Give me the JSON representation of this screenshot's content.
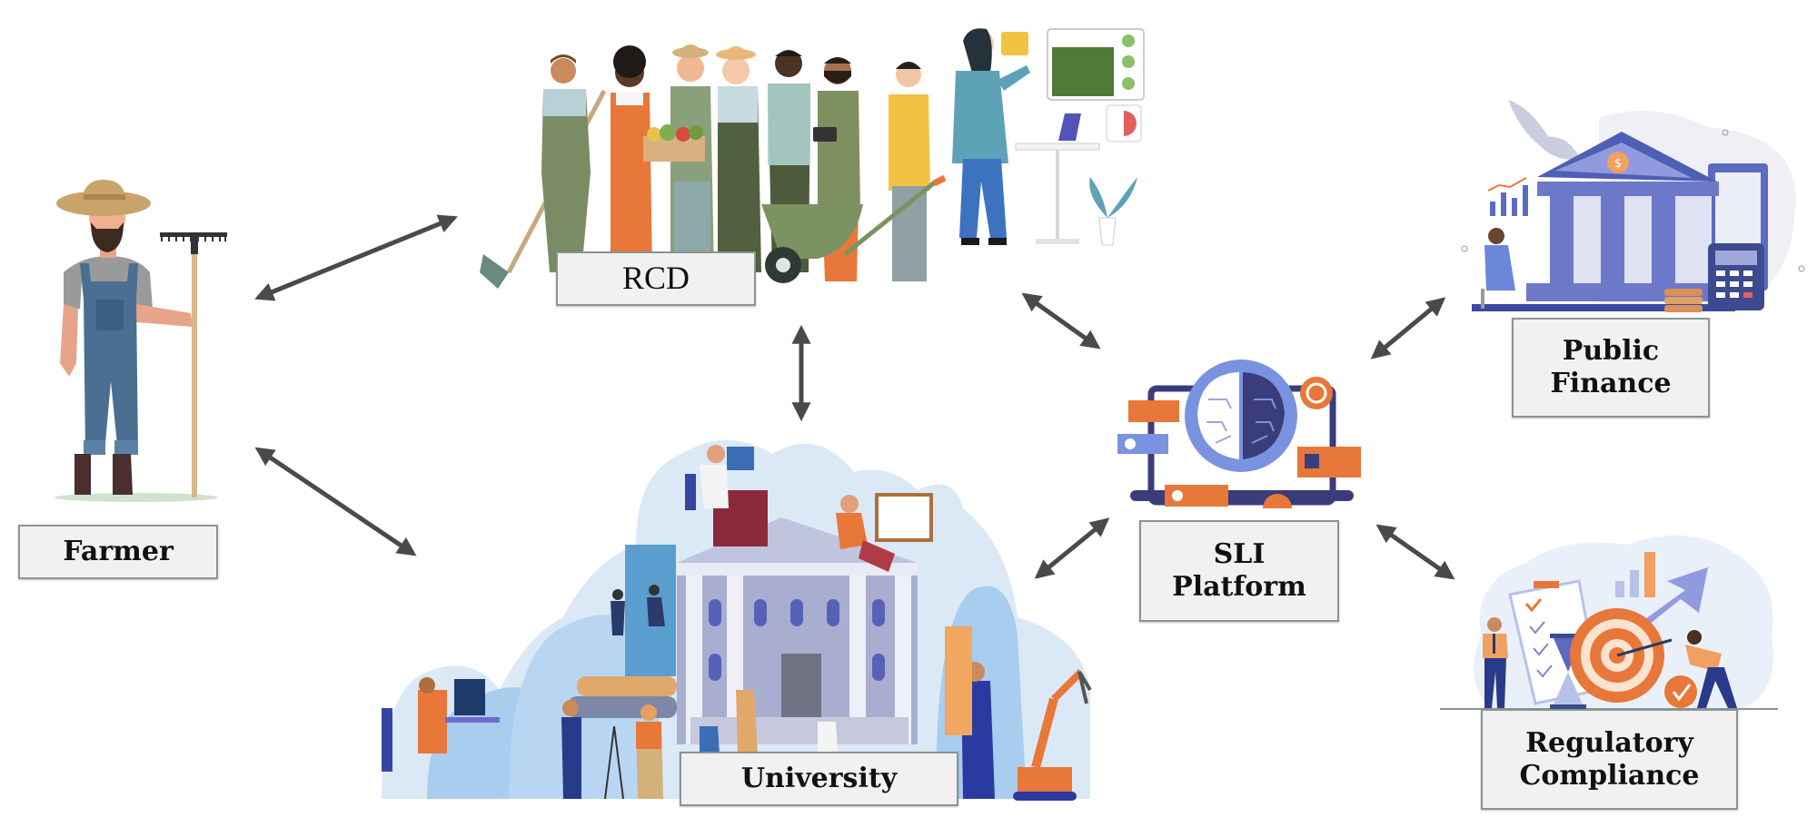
{
  "diagram": {
    "type": "stakeholder-network",
    "nodes": [
      {
        "id": "farmer",
        "label_lines": [
          "Farmer"
        ],
        "illustration": "farmer-with-rake"
      },
      {
        "id": "rcd",
        "label_lines": [
          "RCD"
        ],
        "illustration": "group-of-farmers-and-advisors"
      },
      {
        "id": "university",
        "label_lines": [
          "University"
        ],
        "illustration": "university-campus-with-researchers"
      },
      {
        "id": "sli",
        "label_lines": [
          "SLI",
          "Platform"
        ],
        "illustration": "ai-brain-laptop"
      },
      {
        "id": "finance",
        "label_lines": [
          "Public",
          "Finance"
        ],
        "illustration": "bank-building-with-calculator"
      },
      {
        "id": "regulatory",
        "label_lines": [
          "Regulatory",
          "Compliance"
        ],
        "illustration": "target-checklist-hourglass"
      }
    ],
    "edges": [
      {
        "from": "farmer",
        "to": "rcd",
        "direction": "bidirectional"
      },
      {
        "from": "farmer",
        "to": "university",
        "direction": "bidirectional"
      },
      {
        "from": "rcd",
        "to": "university",
        "direction": "bidirectional"
      },
      {
        "from": "rcd",
        "to": "sli",
        "direction": "bidirectional"
      },
      {
        "from": "university",
        "to": "sli",
        "direction": "bidirectional"
      },
      {
        "from": "sli",
        "to": "finance",
        "direction": "bidirectional"
      },
      {
        "from": "sli",
        "to": "regulatory",
        "direction": "bidirectional"
      }
    ]
  },
  "colors": {
    "arrow": "#4a4a4a",
    "label_bg": "#f1f1f1",
    "label_border": "#8a9590",
    "accent_orange": "#e8773a",
    "accent_blue": "#5b6bc0",
    "accent_green": "#6b7d55"
  }
}
